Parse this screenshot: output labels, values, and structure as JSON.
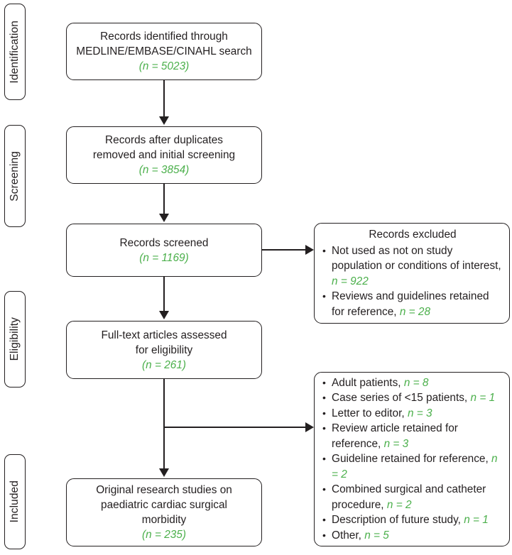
{
  "diagram": {
    "title": "PRISMA study selection flow diagram",
    "accent_green": "#4cb04c",
    "line_color": "#231f20",
    "background": "#ffffff"
  },
  "stages": [
    {
      "label": "Identification"
    },
    {
      "label": "Screening"
    },
    {
      "label": "Eligibility"
    },
    {
      "label": "Included"
    }
  ],
  "nodes": {
    "identified": {
      "line1": "Records identified through",
      "line2": "MEDLINE/EMBASE/CINAHL search",
      "count_prefix": "(",
      "count_n": "n",
      "count_eq": "=",
      "count_value": "5023",
      "count_suffix": ")",
      "count_text": "(n = 5023)"
    },
    "after_duplicates": {
      "line1": "Records after duplicates",
      "line2": "removed and initial screening",
      "count_text": "(n = 3854)",
      "count_value": "3854"
    },
    "screened": {
      "line1": "Records screened",
      "count_text": "(n = 1169)",
      "count_value": "1169"
    },
    "fulltext": {
      "line1": "Full-text articles assessed",
      "line2": "for eligibility",
      "count_text": "(n = 261)",
      "count_value": "261"
    },
    "included": {
      "line1": "Original research studies on",
      "line2": "paediatric cardiac surgical",
      "line3": "morbidity",
      "count_text": "(n = 235)",
      "count_value": "235"
    }
  },
  "excluded_screening": {
    "title": "Records excluded",
    "items": [
      {
        "text": "Not used as not on study population or conditions of interest, ",
        "n_label": "n",
        "n_value": "922",
        "n_text": "n = 922"
      },
      {
        "text": "Reviews and guidelines retained for reference, ",
        "n_label": "n",
        "n_value": "28",
        "n_text": "n = 28"
      }
    ]
  },
  "excluded_eligibility": {
    "title": "",
    "items": [
      {
        "text": "Adult patients, ",
        "n_text": "n = 8",
        "n_value": "8"
      },
      {
        "text": "Case series of <15 patients, ",
        "n_text": "n = 1",
        "n_value": "1"
      },
      {
        "text": "Letter to editor, ",
        "n_text": "n = 3",
        "n_value": "3"
      },
      {
        "text": "Review article retained for reference, ",
        "n_text": "n = 3",
        "n_value": "3"
      },
      {
        "text": "Guideline retained for reference, ",
        "n_text": "n = 2",
        "n_value": "2"
      },
      {
        "text": "Combined surgical and catheter procedure, ",
        "n_text": "n = 2",
        "n_value": "2"
      },
      {
        "text": "Description of future study, ",
        "n_text": "n = 1",
        "n_value": "1"
      },
      {
        "text": "Other, ",
        "n_text": "n = 5",
        "n_value": "5"
      }
    ]
  },
  "chart_data": {
    "type": "diagram",
    "title": "PRISMA flow of study selection",
    "flow": [
      {
        "stage": "Identification",
        "label": "Records identified through MEDLINE/EMBASE/CINAHL search",
        "n": 5023
      },
      {
        "stage": "Screening",
        "label": "Records after duplicates removed and initial screening",
        "n": 3854
      },
      {
        "stage": "Screening",
        "label": "Records screened",
        "n": 1169
      },
      {
        "stage": "Eligibility",
        "label": "Full-text articles assessed for eligibility",
        "n": 261
      },
      {
        "stage": "Included",
        "label": "Original research studies on paediatric cardiac surgical morbidity",
        "n": 235
      }
    ],
    "exclusions": [
      {
        "after": "Records screened",
        "reason": "Not used as not on study population or conditions of interest",
        "n": 922
      },
      {
        "after": "Records screened",
        "reason": "Reviews and guidelines retained for reference",
        "n": 28
      },
      {
        "after": "Full-text articles assessed for eligibility",
        "reason": "Adult patients",
        "n": 8
      },
      {
        "after": "Full-text articles assessed for eligibility",
        "reason": "Case series of <15 patients",
        "n": 1
      },
      {
        "after": "Full-text articles assessed for eligibility",
        "reason": "Letter to editor",
        "n": 3
      },
      {
        "after": "Full-text articles assessed for eligibility",
        "reason": "Review article retained for reference",
        "n": 3
      },
      {
        "after": "Full-text articles assessed for eligibility",
        "reason": "Guideline retained for reference",
        "n": 2
      },
      {
        "after": "Full-text articles assessed for eligibility",
        "reason": "Combined surgical and catheter procedure",
        "n": 2
      },
      {
        "after": "Full-text articles assessed for eligibility",
        "reason": "Description of future study",
        "n": 1
      },
      {
        "after": "Full-text articles assessed for eligibility",
        "reason": "Other",
        "n": 5
      }
    ]
  }
}
